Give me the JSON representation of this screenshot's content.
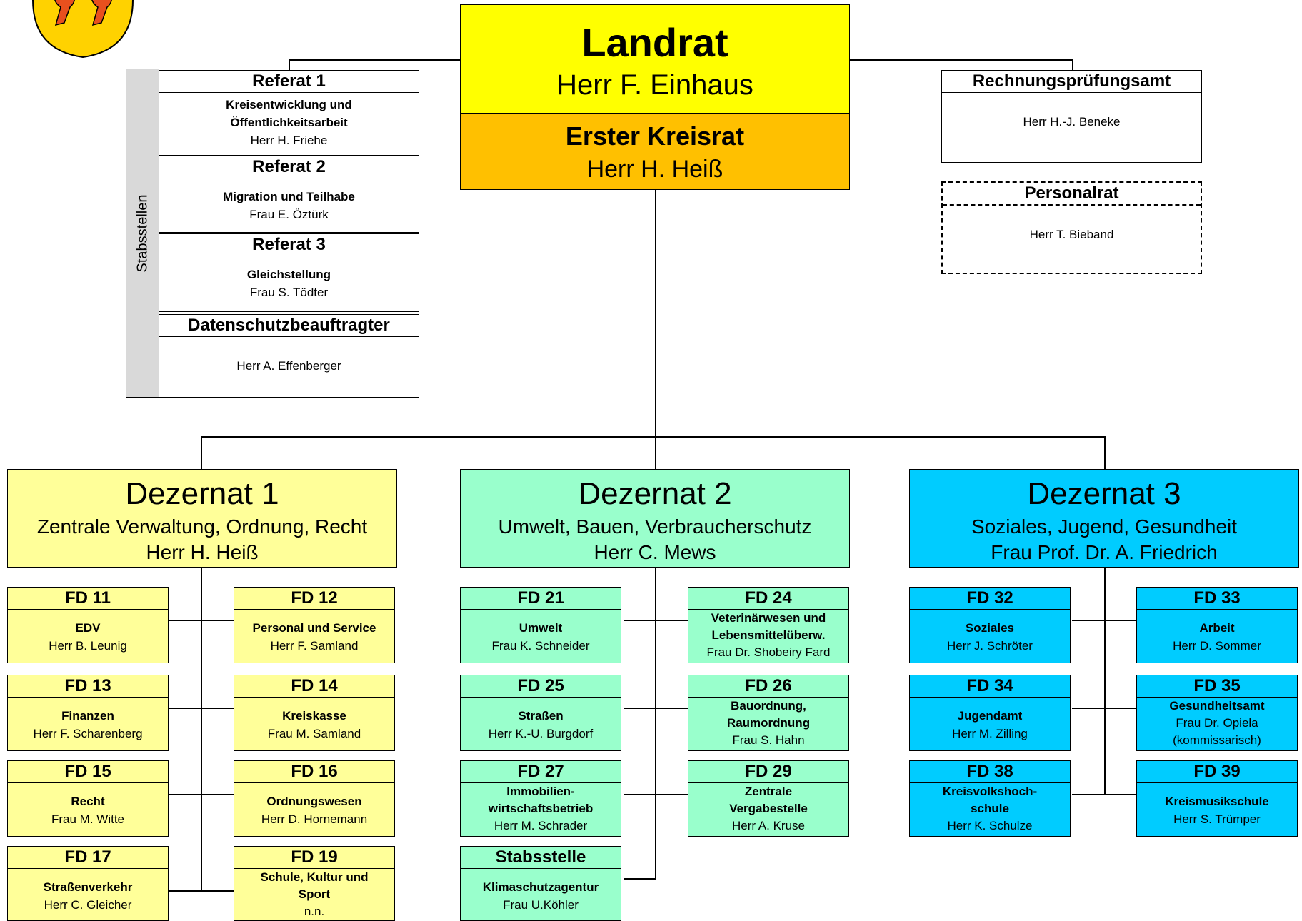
{
  "colors": {
    "landrat": "#ffff00",
    "kreisrat": "#ffc000",
    "dez1": "#ffff99",
    "dez2": "#99ffcc",
    "dez3": "#00ccff",
    "stab": "#d9d9d9",
    "logo": "#ffd200",
    "logo_figure": "#e8501e"
  },
  "logo": {
    "icon": "coat-of-arms-icon"
  },
  "landrat": {
    "title": "Landrat",
    "name": "Herr F. Einhaus"
  },
  "kreisrat": {
    "title": "Erster Kreisrat",
    "name": "Herr H. Heiß"
  },
  "stabsstellen": {
    "label": "Stabsstellen",
    "items": [
      {
        "title": "Referat 1",
        "line1": "Kreisentwicklung und",
        "line2": "Öffentlichkeitsarbeit",
        "person": "Herr H. Friehe"
      },
      {
        "title": "Referat 2",
        "line1": "Migration und Teilhabe",
        "person": "Frau E. Öztürk"
      },
      {
        "title": "Referat 3",
        "line1": "Gleichstellung",
        "person": "Frau S. Tödter"
      },
      {
        "title": "Datenschutzbeauftragter",
        "person": "Herr A. Effenberger"
      }
    ]
  },
  "rechnung": {
    "title": "Rechnungsprüfungsamt",
    "person": "Herr H.-J. Beneke"
  },
  "personalrat": {
    "title": "Personalrat",
    "person": "Herr T. Bieband"
  },
  "dezernate": [
    {
      "title": "Dezernat 1",
      "subtitle": "Zentrale Verwaltung, Ordnung, Recht",
      "person": "Herr H. Heiß"
    },
    {
      "title": "Dezernat 2",
      "subtitle": "Umwelt, Bauen, Verbraucherschutz",
      "person": "Herr C. Mews"
    },
    {
      "title": "Dezernat 3",
      "subtitle": "Soziales, Jugend, Gesundheit",
      "person": "Frau Prof. Dr. A. Friedrich"
    }
  ],
  "fd": {
    "fd11": {
      "title": "FD 11",
      "l1": "EDV",
      "p": "Herr B. Leunig"
    },
    "fd12": {
      "title": "FD 12",
      "l1": "Personal und Service",
      "p": "Herr F. Samland"
    },
    "fd13": {
      "title": "FD 13",
      "l1": "Finanzen",
      "p": "Herr F. Scharenberg"
    },
    "fd14": {
      "title": "FD 14",
      "l1": "Kreiskasse",
      "p": "Frau M. Samland"
    },
    "fd15": {
      "title": "FD 15",
      "l1": "Recht",
      "p": "Frau M. Witte"
    },
    "fd16": {
      "title": "FD 16",
      "l1": "Ordnungswesen",
      "p": "Herr D. Hornemann"
    },
    "fd17": {
      "title": "FD 17",
      "l1": "Straßenverkehr",
      "p": "Herr C. Gleicher"
    },
    "fd19": {
      "title": "FD 19",
      "l1": "Schule, Kultur und",
      "l2": "Sport",
      "p": "n.n."
    },
    "fd21": {
      "title": "FD 21",
      "l1": "Umwelt",
      "p": "Frau K. Schneider"
    },
    "fd24": {
      "title": "FD 24",
      "l1": "Veterinärwesen und",
      "l2": "Lebensmittelüberw.",
      "p": "Frau Dr. Shobeiry Fard"
    },
    "fd25": {
      "title": "FD 25",
      "l1": "Straßen",
      "p": "Herr K.-U. Burgdorf"
    },
    "fd26": {
      "title": "FD 26",
      "l1": "Bauordnung,",
      "l2": "Raumordnung",
      "p": "Frau S. Hahn"
    },
    "fd27": {
      "title": "FD 27",
      "l1": "Immobilien-",
      "l2": "wirtschaftsbetrieb",
      "p": "Herr M. Schrader"
    },
    "fd29": {
      "title": "FD 29",
      "l1": "Zentrale",
      "l2": "Vergabestelle",
      "p": "Herr A. Kruse"
    },
    "stab2": {
      "title": "Stabsstelle",
      "l1": "Klimaschutzagentur",
      "p": "Frau U.Köhler"
    },
    "fd32": {
      "title": "FD 32",
      "l1": "Soziales",
      "p": "Herr J. Schröter"
    },
    "fd33": {
      "title": "FD 33",
      "l1": "Arbeit",
      "p": "Herr D. Sommer"
    },
    "fd34": {
      "title": "FD 34",
      "l1": "Jugendamt",
      "p": "Herr M. Zilling"
    },
    "fd35": {
      "title": "FD 35",
      "l1": "Gesundheitsamt",
      "p": "Frau Dr. Opiela",
      "p2": "(kommissarisch)"
    },
    "fd38": {
      "title": "FD 38",
      "l1": "Kreisvolkshoch-",
      "l2": "schule",
      "p": "Herr K. Schulze"
    },
    "fd39": {
      "title": "FD 39",
      "l1": "Kreismusikschule",
      "p": "Herr S. Trümper"
    }
  }
}
